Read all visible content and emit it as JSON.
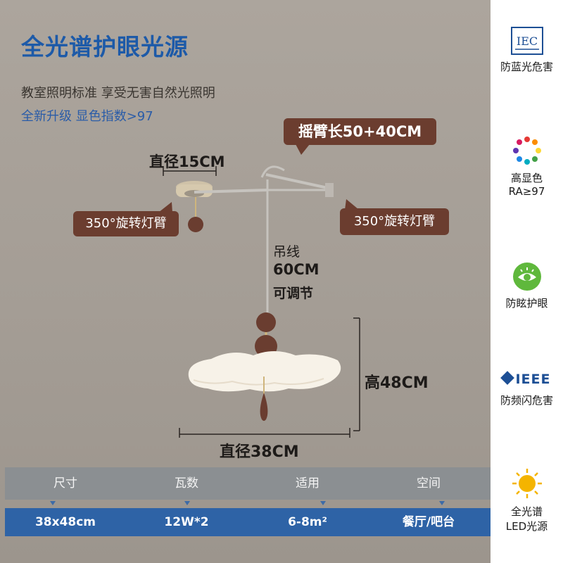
{
  "header": {
    "title": "全光谱护眼光源",
    "subtitle1": "教室照明标准 享受无害自然光照明",
    "subtitle2": "全新升级 显色指数>97"
  },
  "callouts": {
    "arm_length": "摇臂长50+40CM",
    "rotate_left": "350°旋转灯臂",
    "rotate_right": "350°旋转灯臂",
    "diameter_top": "直径15CM",
    "hang_line1": "吊线",
    "hang_line2": "60CM",
    "hang_line3": "可调节",
    "height": "高48CM",
    "diameter_bottom": "直径38CM"
  },
  "table": {
    "headers": [
      "尺寸",
      "瓦数",
      "适用",
      "空间"
    ],
    "values": [
      "38x48cm",
      "12W*2",
      "6-8m²",
      "餐厅/吧台"
    ]
  },
  "sidebar": {
    "features": [
      {
        "icon": "iec-logo-icon",
        "logo_text": "IEC",
        "label": "防蓝光危害"
      },
      {
        "icon": "color-wheel-icon",
        "label": "高显色",
        "label2": "RA≥97"
      },
      {
        "icon": "eye-icon",
        "label": "防眩护眼"
      },
      {
        "icon": "ieee-logo-icon",
        "logo_text": "IEEE",
        "label": "防频闪危害"
      },
      {
        "icon": "sun-icon",
        "label": "全光谱",
        "label2": "LED光源"
      }
    ]
  },
  "colors": {
    "title": "#1d5aa8",
    "bubble": "#6b3d2f",
    "table_row": "#2e63a6",
    "table_header": "#8b8f92"
  }
}
